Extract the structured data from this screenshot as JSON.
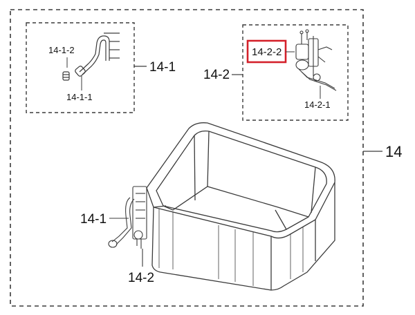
{
  "labels": {
    "assembly": "14",
    "sub_left": "14-1",
    "sub_left_part_a": "14-1-2",
    "sub_left_part_b": "14-1-1",
    "sub_right": "14-2",
    "sub_right_part_a": "14-2-2",
    "sub_right_part_b": "14-2-1",
    "callout_left": "14-1",
    "callout_bottom": "14-2"
  },
  "colors": {
    "line": "#3a3a3a",
    "highlight": "#d4202a",
    "text": "#111111"
  },
  "icons": {
    "hose-fitting": "hose-fitting-icon",
    "valve-assembly": "valve-assembly-icon",
    "basin": "basin-tub-icon"
  }
}
